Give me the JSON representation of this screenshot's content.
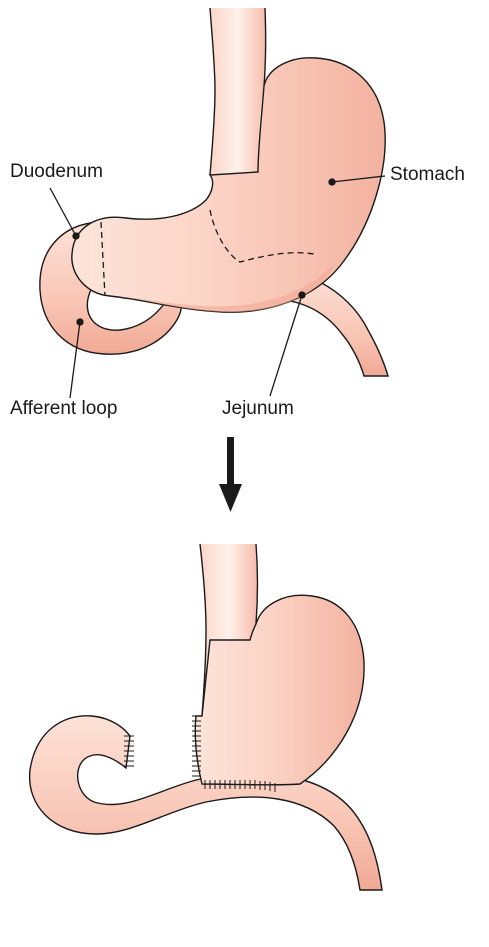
{
  "labels": {
    "duodenum": "Duodenum",
    "stomach": "Stomach",
    "afferent_loop": "Afferent loop",
    "jejunum": "Jejunum"
  },
  "colors": {
    "tissue_fill": "#f9c8b9",
    "tissue_light": "#fde4da",
    "tissue_shadow": "#f2ab98",
    "outline": "#1a1a1a",
    "arrow": "#1a1a1a"
  }
}
